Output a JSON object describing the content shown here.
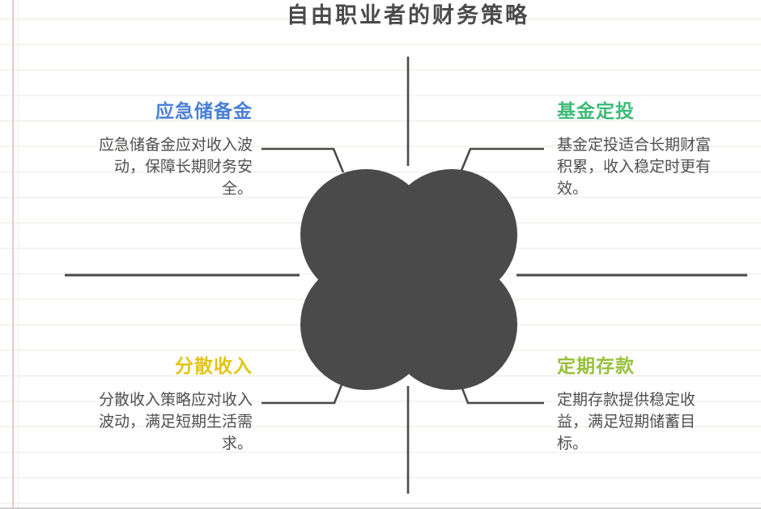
{
  "title": "自由职业者的财务策略",
  "colors": {
    "ink": "#4a4a4a",
    "body_text": "#4f4f4f",
    "rule_line": "#edeae3",
    "margin_pink": "#e5a0a8",
    "bottom_edge": "#cfcfcf"
  },
  "sections": {
    "top_left": {
      "heading": "应急储备金",
      "color": "#4a80d5",
      "body": "应急储备金应对收入波\n动，保障长期财务安\n全。"
    },
    "top_right": {
      "heading": "基金定投",
      "color": "#3fbb78",
      "body": "基金定投适合长期财富\n积累，收入稳定时更有\n效。"
    },
    "bottom_left": {
      "heading": "分散收入",
      "color": "#e2c417",
      "body": "分散收入策略应对收入\n波动，满足短期生活需\n求。"
    },
    "bottom_right": {
      "heading": "定期存款",
      "color": "#97c13d",
      "body": "定期存款提供稳定收\n益，满足短期储蓄目\n标。"
    }
  }
}
